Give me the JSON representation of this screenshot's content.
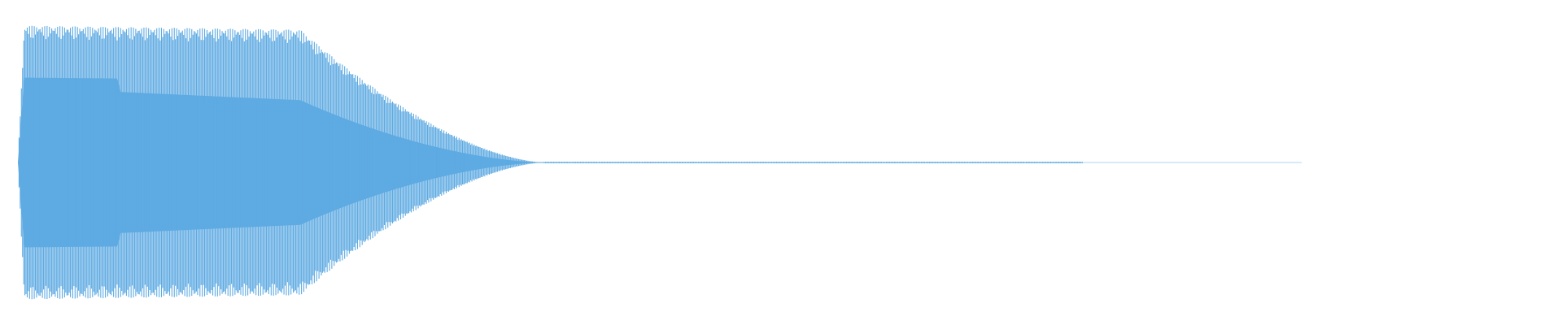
{
  "waveform": {
    "color": "#5eaae2",
    "amplitude_envelope": {
      "attack_peak": 0.98,
      "sustain_level": 0.95,
      "decay_start_fraction": 0.22,
      "audible_end_fraction": 0.41,
      "tail_end_fraction": 0.83
    }
  }
}
